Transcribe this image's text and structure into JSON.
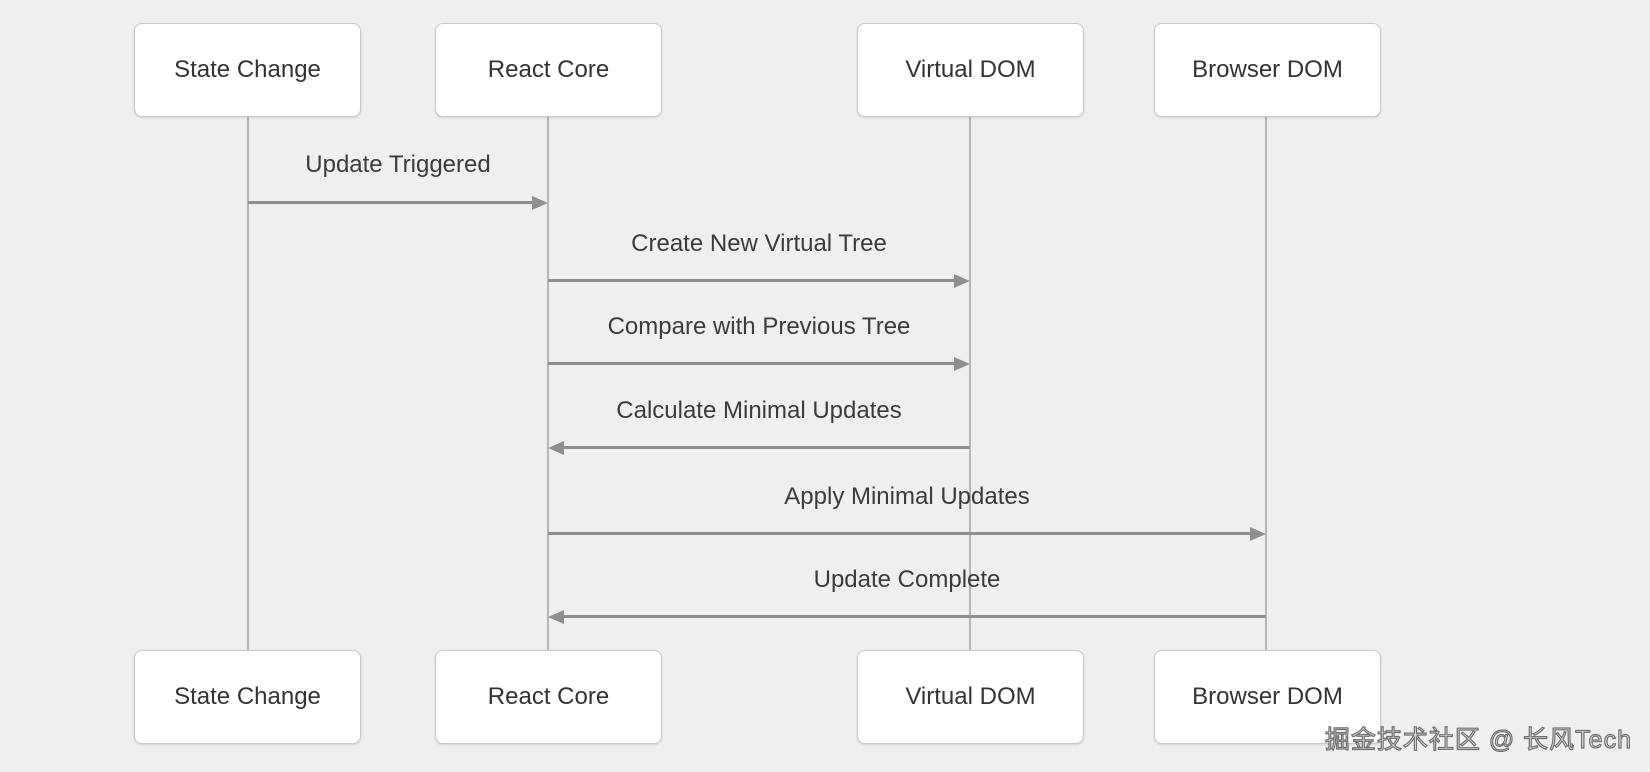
{
  "diagram": {
    "actors": [
      {
        "label": "State Change"
      },
      {
        "label": "React Core"
      },
      {
        "label": "Virtual DOM"
      },
      {
        "label": "Browser DOM"
      }
    ],
    "messages": [
      {
        "from": "State Change",
        "to": "React Core",
        "label": "Update Triggered",
        "direction": "right"
      },
      {
        "from": "React Core",
        "to": "Virtual DOM",
        "label": "Create New Virtual Tree",
        "direction": "right"
      },
      {
        "from": "React Core",
        "to": "Virtual DOM",
        "label": "Compare with Previous Tree",
        "direction": "right"
      },
      {
        "from": "Virtual DOM",
        "to": "React Core",
        "label": "Calculate Minimal Updates",
        "direction": "left"
      },
      {
        "from": "React Core",
        "to": "Browser DOM",
        "label": "Apply Minimal Updates",
        "direction": "right"
      },
      {
        "from": "Browser DOM",
        "to": "React Core",
        "label": "Update Complete",
        "direction": "left"
      }
    ]
  },
  "watermark": {
    "text": "掘金技术社区 @ 长风Tech"
  },
  "colors": {
    "background": "#f0efed",
    "box_fill": "#ffffff",
    "box_border": "#c9c9c7",
    "box_text": "#333333",
    "label_text": "#3b3b3b",
    "arrow": "#8f8f8f",
    "lifeline": "#b5b5b5",
    "watermark_text": "#6f6f6f"
  }
}
